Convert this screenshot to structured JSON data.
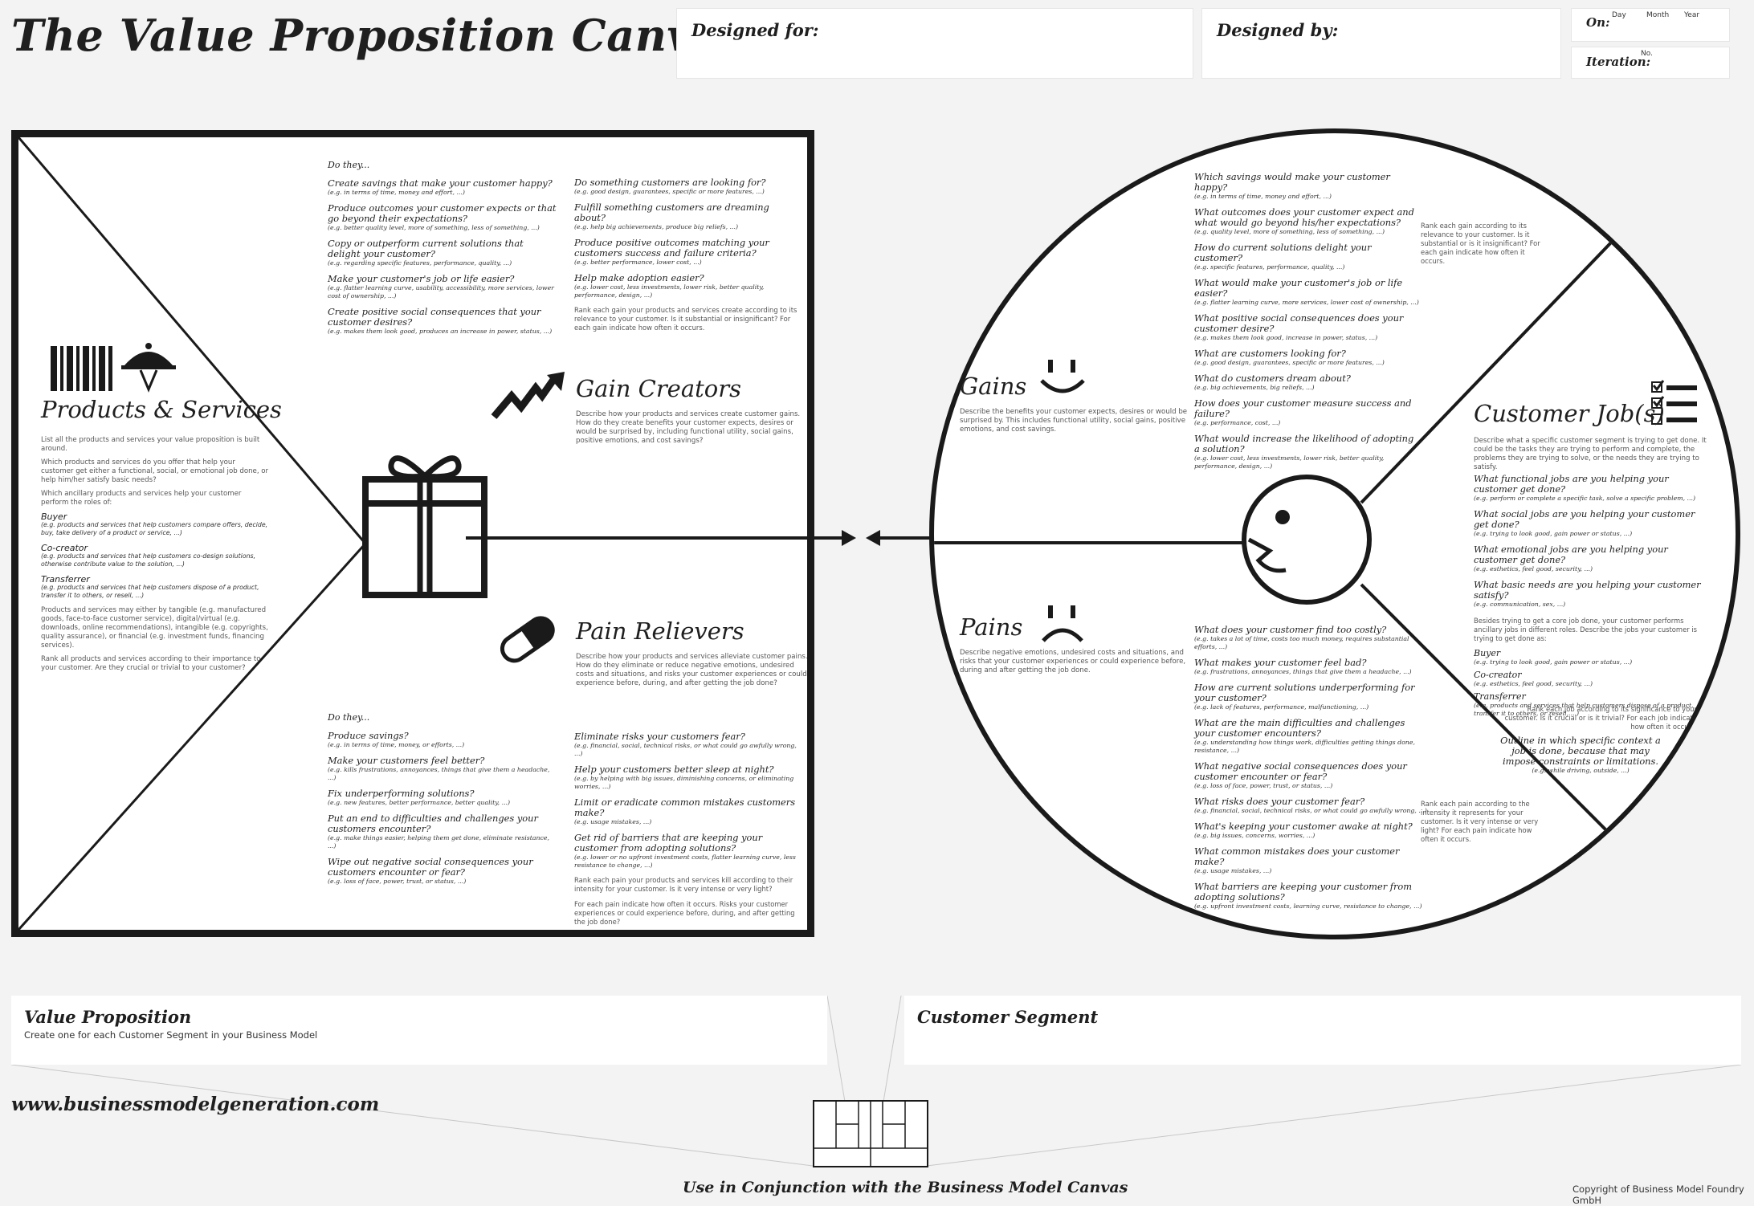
{
  "header": {
    "title": "The Value Proposition Canvas",
    "designed_for": "Designed for:",
    "designed_by": "Designed by:",
    "on": "On:",
    "day": "Day",
    "month": "Month",
    "year": "Year",
    "iteration": "Iteration:",
    "no": "No."
  },
  "products": {
    "title": "Products & Services",
    "desc": [
      "List all the products and services your value proposition is built around.",
      "Which products and services do you offer that help your customer get either a functional, social, or emotional job done, or help him/her satisfy basic needs?",
      "Which ancillary products and services help your customer perform the roles of:"
    ],
    "roles": [
      {
        "name": "Buyer",
        "ex": "(e.g. products and services that help customers compare offers, decide, buy, take delivery of a product or service, ...)"
      },
      {
        "name": "Co-creator",
        "ex": "(e.g. products and services that help customers co-design solutions, otherwise contribute value to the solution, ...)"
      },
      {
        "name": "Transferrer",
        "ex": "(e.g. products and services that help customers dispose of a product, transfer it to others, or resell, ...)"
      }
    ],
    "tail": [
      "Products and services may either by tangible (e.g. manufactured goods, face-to-face customer service), digital/virtual (e.g. downloads, online recommendations), intangible (e.g. copyrights, quality assurance), or financial (e.g. investment funds, financing services).",
      "Rank all products and services according to their importance to your customer. Are they crucial or trivial to your customer?"
    ]
  },
  "gain_creators": {
    "title": "Gain Creators",
    "desc": "Describe how your products and services create customer gains. How do they create benefits your customer expects, desires or would be surprised by, including functional utility, social gains, positive emotions, and cost savings?",
    "do_they": "Do they...",
    "col1": [
      {
        "q": "Create savings that make your customer happy?",
        "ex": "(e.g. in terms of time, money and effort, ...)"
      },
      {
        "q": "Produce outcomes your customer expects or that go beyond their expectations?",
        "ex": "(e.g. better quality level, more of something, less of something, ...)"
      },
      {
        "q": "Copy or outperform current solutions that delight your customer?",
        "ex": "(e.g. regarding specific features, performance, quality, ...)"
      },
      {
        "q": "Make your customer's job or life easier?",
        "ex": "(e.g. flatter learning curve, usability, accessibility, more services, lower cost of ownership, ...)"
      },
      {
        "q": "Create positive social consequences that your customer desires?",
        "ex": "(e.g. makes them look good, produces an increase in power, status, ...)"
      }
    ],
    "col2": [
      {
        "q": "Do something customers are looking for?",
        "ex": "(e.g. good design, guarantees, specific or more features, ...)"
      },
      {
        "q": "Fulfill something customers are dreaming about?",
        "ex": "(e.g. help big achievements, produce big reliefs, ...)"
      },
      {
        "q": "Produce positive outcomes matching your customers success and failure criteria?",
        "ex": "(e.g. better performance, lower cost, ...)"
      },
      {
        "q": "Help make adoption easier?",
        "ex": "(e.g. lower cost, less investments, lower risk, better quality, performance, design, ...)"
      }
    ],
    "rank": "Rank each gain your products and services create according to its relevance to your customer. Is it substantial or insignificant? For each gain indicate how often it occurs."
  },
  "pain_relievers": {
    "title": "Pain Relievers",
    "desc": "Describe how your products and services alleviate customer pains. How do they eliminate or reduce negative emotions, undesired costs and situations, and risks your customer experiences or could experience before, during, and after getting the job done?",
    "do_they": "Do they...",
    "col1": [
      {
        "q": "Produce savings?",
        "ex": "(e.g. in terms of time, money, or efforts, ...)"
      },
      {
        "q": "Make your customers feel better?",
        "ex": "(e.g. kills frustrations, annoyances, things that give them a headache, ...)"
      },
      {
        "q": "Fix underperforming solutions?",
        "ex": "(e.g. new features, better performance, better quality, ...)"
      },
      {
        "q": "Put an end to difficulties and challenges your customers encounter?",
        "ex": "(e.g. make things easier, helping them get done, eliminate resistance, ...)"
      },
      {
        "q": "Wipe out negative social consequences your customers encounter or fear?",
        "ex": "(e.g. loss of face, power, trust, or status, ...)"
      }
    ],
    "col2": [
      {
        "q": "Eliminate risks your customers fear?",
        "ex": "(e.g. financial, social, technical risks, or what could go awfully wrong, ...)"
      },
      {
        "q": "Help your customers better sleep at night?",
        "ex": "(e.g. by helping with big issues, diminishing concerns, or eliminating worries, ...)"
      },
      {
        "q": "Limit or eradicate common mistakes customers make?",
        "ex": "(e.g. usage mistakes, ...)"
      },
      {
        "q": "Get rid of barriers that are keeping your customer from adopting solutions?",
        "ex": "(e.g. lower or no upfront investment costs, flatter learning curve, less resistance to change, ...)"
      }
    ],
    "rank1": "Rank each pain your products and services kill according to their intensity for your customer. Is it very intense or very light?",
    "rank2": "For each pain indicate how often it occurs. Risks your customer experiences or could experience before, during, and after getting the job done?"
  },
  "gains": {
    "title": "Gains",
    "desc": "Describe the benefits your customer expects, desires or would be surprised by. This includes functional utility, social gains, positive emotions, and cost savings.",
    "questions": [
      {
        "q": "Which savings would make your customer happy?",
        "ex": "(e.g. in terms of time, money and effort, ...)"
      },
      {
        "q": "What outcomes does your customer expect and what would go beyond his/her expectations?",
        "ex": "(e.g. quality level, more of something, less of something, ...)"
      },
      {
        "q": "How do current solutions delight your customer?",
        "ex": "(e.g. specific features, performance, quality, ...)"
      },
      {
        "q": "What would make your customer's job or life easier?",
        "ex": "(e.g. flatter learning curve, more services, lower cost of ownership, ...)"
      },
      {
        "q": "What positive social consequences does your customer desire?",
        "ex": "(e.g. makes them look good, increase in power, status, ...)"
      },
      {
        "q": "What are customers looking for?",
        "ex": "(e.g. good design, guarantees, specific or more features, ...)"
      },
      {
        "q": "What do customers dream about?",
        "ex": "(e.g. big achievements, big reliefs, ...)"
      },
      {
        "q": "How does your customer measure success and failure?",
        "ex": "(e.g. performance, cost, ...)"
      },
      {
        "q": "What would increase the likelihood of adopting a solution?",
        "ex": "(e.g. lower cost, less investments, lower risk, better quality, performance, design, ...)"
      }
    ],
    "rank": "Rank each gain according to its relevance to your customer. Is it substantial or is it insignificant? For each gain indicate how often it occurs."
  },
  "pains": {
    "title": "Pains",
    "desc": "Describe negative emotions, undesired costs and situations, and risks that your customer experiences or could experience before, during and after getting the job done.",
    "questions": [
      {
        "q": "What does your customer find too costly?",
        "ex": "(e.g. takes a lot of time, costs too much money, requires substantial efforts, ...)"
      },
      {
        "q": "What makes your customer feel bad?",
        "ex": "(e.g. frustrations, annoyances, things that give them a headache, ...)"
      },
      {
        "q": "How are current solutions underperforming for your customer?",
        "ex": "(e.g. lack of features, performance, malfunctioning, ...)"
      },
      {
        "q": "What are the main difficulties and challenges your customer encounters?",
        "ex": "(e.g. understanding how things work, difficulties getting things done, resistance, ...)"
      },
      {
        "q": "What negative social consequences does your customer encounter or fear?",
        "ex": "(e.g. loss of face, power, trust, or status, ...)"
      },
      {
        "q": "What risks does your customer fear?",
        "ex": "(e.g. financial, social, technical risks, or what could go awfully wrong, ...)"
      },
      {
        "q": "What's keeping your customer awake at night?",
        "ex": "(e.g. big issues, concerns, worries, ...)"
      },
      {
        "q": "What common mistakes does your customer make?",
        "ex": "(e.g. usage mistakes, ...)"
      },
      {
        "q": "What barriers are keeping your customer from adopting solutions?",
        "ex": "(e.g. upfront investment costs, learning curve, resistance to change, ...)"
      }
    ],
    "rank": "Rank each pain according to the intensity it represents for your customer. Is it very intense or very light? For each pain indicate how often it occurs."
  },
  "jobs": {
    "title": "Customer Job(s)",
    "desc": "Describe what a specific customer segment is trying to get done. It could be the tasks they are trying to perform and complete, the problems they are trying to solve, or the needs they are trying to satisfy.",
    "questions": [
      {
        "q": "What functional jobs are you helping your customer get done?",
        "ex": "(e.g. perform or complete a specific task, solve a specific problem, ...)"
      },
      {
        "q": "What social jobs are you helping your customer get done?",
        "ex": "(e.g. trying to look good, gain power or status, ...)"
      },
      {
        "q": "What emotional jobs are you helping your customer get done?",
        "ex": "(e.g. esthetics, feel good, security, ...)"
      },
      {
        "q": "What basic needs are you helping your customer satisfy?",
        "ex": "(e.g. communication, sex, ...)"
      }
    ],
    "besides": "Besides trying to get a core job done, your customer performs ancillary jobs in different roles. Describe the jobs your customer is trying to get done as:",
    "roles": [
      {
        "name": "Buyer",
        "ex": "(e.g. trying to look good, gain power or status, ...)"
      },
      {
        "name": "Co-creator",
        "ex": "(e.g. esthetics, feel good, security, ...)"
      },
      {
        "name": "Transferrer",
        "ex": "(e.g. products and services that help customers dispose of a product, transfer it to others, or resell, ...)"
      }
    ],
    "rank": "Rank each job according to its significance to your customer. Is it crucial or is it trivial? For each job indicate how often it occurs.",
    "outline": "Outline in which specific context a job is done, because that may impose constraints or limitations.",
    "outline_ex": "(e.g. while driving, outside, ...)"
  },
  "footer": {
    "vp_label": "Value Proposition",
    "vp_sub": "Create one for each Customer Segment in your Business Model",
    "cs_label": "Customer Segment",
    "url": "www.businessmodelgeneration.com",
    "conjunction": "Use in Conjunction with the Business Model Canvas",
    "copyright": "Copyright of Business Model Foundry GmbH"
  }
}
